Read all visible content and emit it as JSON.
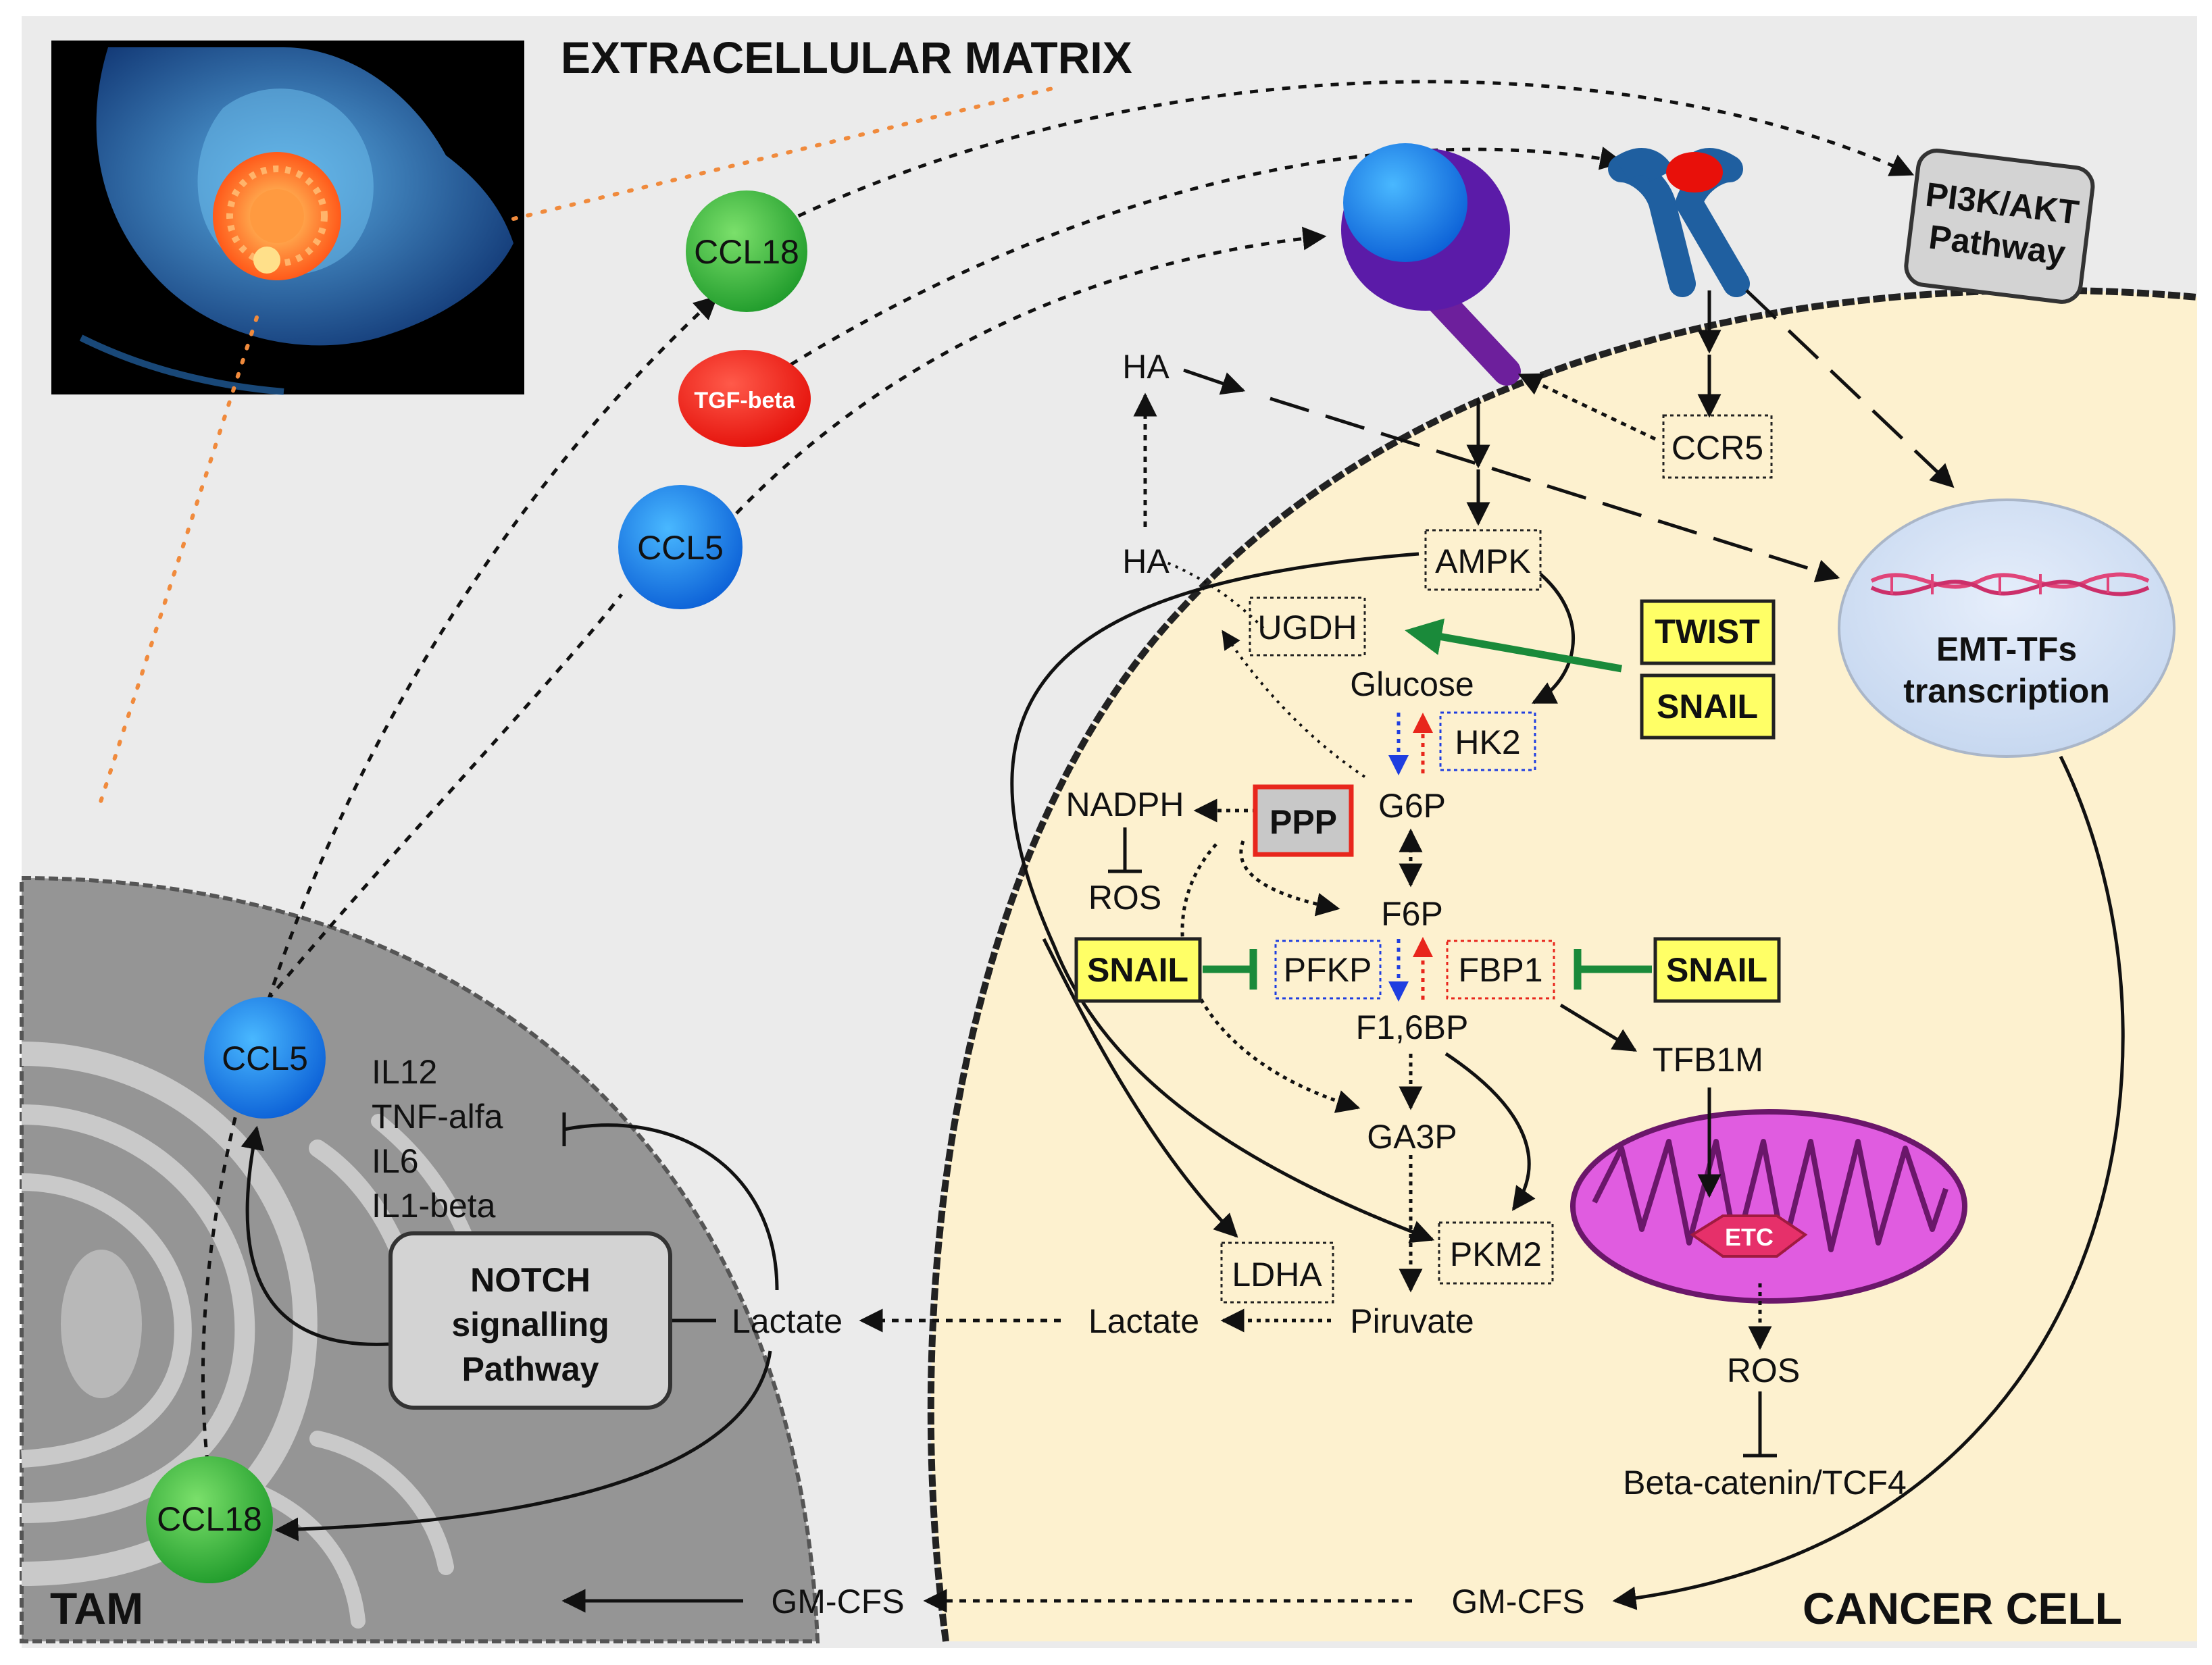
{
  "regions": {
    "extracellular": "EXTRACELLULAR MATRIX",
    "tam": "TAM",
    "cancer_cell": "CANCER CELL"
  },
  "cytokines": {
    "ccl18_top": "CCL18",
    "tgf_beta": "TGF-beta",
    "ccl5_mid": "CCL5",
    "ccl5_tam": "CCL5",
    "ccl18_tam": "CCL18"
  },
  "tam": {
    "il12": "IL12",
    "tnf": "TNF-alfa",
    "il6": "IL6",
    "il1": "IL1-beta",
    "notch": [
      "NOTCH",
      "signalling",
      "Pathway"
    ],
    "lactate": "Lactate",
    "gmcfs": "GM-CFS"
  },
  "pathway": {
    "pi3k": [
      "PI3K/AKT",
      "Pathway"
    ],
    "emt": [
      "EMT-TFs",
      "transcription"
    ],
    "ha_top": "HA",
    "ha_mid": "HA",
    "ccr5": "CCR5",
    "ampk": "AMPK",
    "ugdh": "UGDH",
    "glucose": "Glucose",
    "hk2": "HK2",
    "twist": "TWIST",
    "snail_top": "SNAIL",
    "nadph": "NADPH",
    "ros_left": "ROS",
    "ppp": "PPP",
    "g6p": "G6P",
    "f6p": "F6P",
    "snail_left": "SNAIL",
    "pfkp": "PFKP",
    "fbp1": "FBP1",
    "snail_right": "SNAIL",
    "f16bp": "F1,6BP",
    "tfb1m": "TFB1M",
    "ga3p": "GA3P",
    "etc": "ETC",
    "ldha": "LDHA",
    "pkm2": "PKM2",
    "lactate": "Lactate",
    "piruvate": "Piruvate",
    "ros_right": "ROS",
    "beta_catenin": "Beta-catenin/TCF4",
    "gmcfs": "GM-CFS"
  },
  "colors": {
    "background": "#ebebeb",
    "cancer_cell": "#fdf1cf",
    "tam_cell": "#959595",
    "yellow_box": "#ffff66",
    "green_inhibit": "#1a8a3a",
    "red_text": "#e8261c",
    "blue_text": "#1f3ee0",
    "mito": "#e05ce0",
    "orange_dots": "#f08a3c"
  },
  "icons": [
    "breast-tumor-illustration",
    "cd44-receptor-icon",
    "ccr5-receptor-icon",
    "dna-helix-icon",
    "mitochondrion-icon"
  ]
}
